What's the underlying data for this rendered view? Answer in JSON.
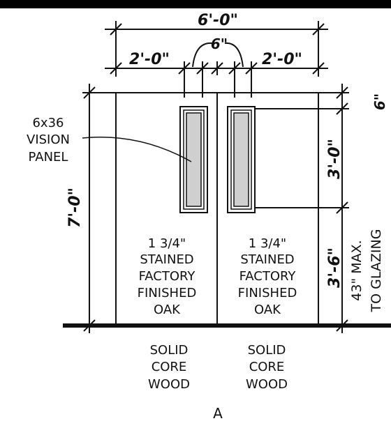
{
  "dimensions": {
    "overall_width": "6'-0\"",
    "leaf_left": "2'-0\"",
    "leaf_right": "2'-0\"",
    "center_gap": "6\"",
    "height": "7'-0\"",
    "top_offset": "6\"",
    "panel_height": "3'-0\"",
    "bottom_height": "3'-6\"",
    "max_to_glazing_line1": "43\" MAX.",
    "max_to_glazing_line2": "TO GLAZING"
  },
  "vision_panel": {
    "line1": "6x36",
    "line2": "VISION",
    "line3": "PANEL"
  },
  "door_left": {
    "thickness": "1 3/4\"",
    "line2": "STAINED",
    "line3": "FACTORY",
    "line4": "FINISHED",
    "line5": "OAK"
  },
  "door_right": {
    "thickness": "1 3/4\"",
    "line2": "STAINED",
    "line3": "FACTORY",
    "line4": "FINISHED",
    "line5": "OAK"
  },
  "core_left": {
    "line1": "SOLID",
    "line2": "CORE",
    "line3": "WOOD"
  },
  "core_right": {
    "line1": "SOLID",
    "line2": "CORE",
    "line3": "WOOD"
  },
  "elevation_label": "A"
}
